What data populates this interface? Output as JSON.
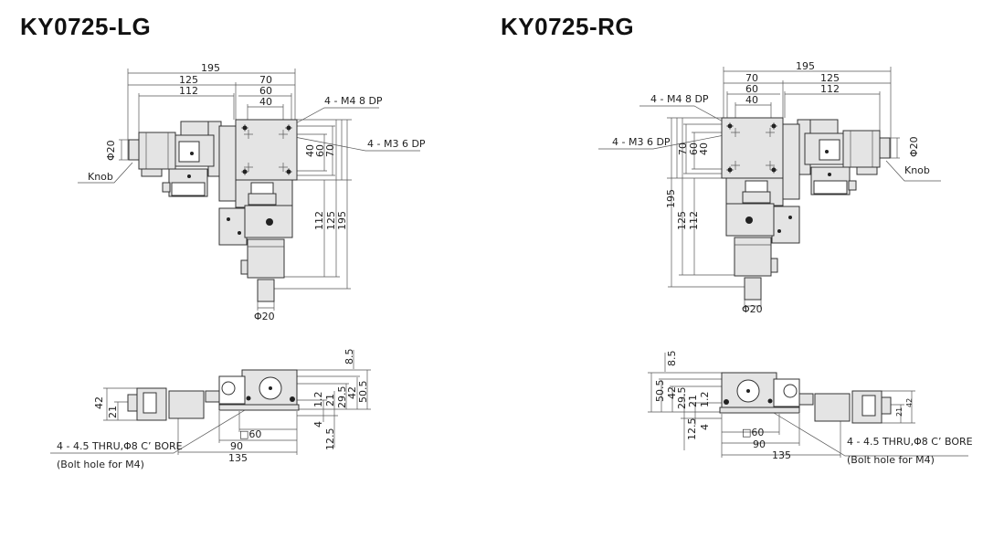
{
  "left": {
    "title": "KY0725-LG",
    "top": {
      "dim_195_h": "195",
      "dim_125": "125",
      "dim_70_h": "70",
      "dim_112_h": "112",
      "dim_60_h": "60",
      "dim_40_h": "40",
      "callout_m4": "4 - M4  8 DP",
      "callout_m3": "4 - M3  6 DP",
      "dim_40_v": "40",
      "dim_60_v": "60",
      "dim_70_v": "70",
      "dim_112_v": "112",
      "dim_125_v": "125",
      "dim_195_v": "195",
      "phi_side": "Φ20",
      "knob": "Knob",
      "phi_bottom": "Φ20"
    },
    "side": {
      "dim_8_5": "8.5",
      "dim_50_5": "50.5",
      "dim_42": "42",
      "dim_29_5": "29.5",
      "dim_21": "21",
      "dim_1_2": "1.2",
      "dim_4": "4",
      "dim_12_5": "12.5",
      "dim_sq60": "□60",
      "dim_90": "90",
      "dim_135": "135",
      "dim_42_motor": "42",
      "dim_21_motor": "21",
      "callout_bore": "4 - 4.5 THRU,Φ8 C’  BORE",
      "callout_bolt": "(Bolt hole for M4)"
    }
  },
  "right": {
    "title": "KY0725-RG",
    "top": {
      "dim_195_h": "195",
      "dim_125": "125",
      "dim_70_h": "70",
      "dim_112_h": "112",
      "dim_60_h": "60",
      "dim_40_h": "40",
      "callout_m4": "4 - M4  8 DP",
      "callout_m3": "4 - M3  6 DP",
      "dim_40_v": "40",
      "dim_60_v": "60",
      "dim_70_v": "70",
      "dim_112_v": "112",
      "dim_125_v": "125",
      "dim_195_v": "195",
      "phi_side": "Φ20",
      "knob": "Knob",
      "phi_bottom": "Φ20"
    },
    "side": {
      "dim_8_5": "8.5",
      "dim_50_5": "50.5",
      "dim_42": "42",
      "dim_29_5": "29.5",
      "dim_21": "21",
      "dim_1_2": "1.2",
      "dim_4": "4",
      "dim_12_5": "12.5",
      "dim_sq60": "□60",
      "dim_90": "90",
      "dim_135": "135",
      "dim_42_motor": "42",
      "dim_21_motor": "21",
      "callout_bore": "4 - 4.5 THRU,Φ8 C’  BORE",
      "callout_bolt": "(Bolt hole for M4)"
    }
  }
}
